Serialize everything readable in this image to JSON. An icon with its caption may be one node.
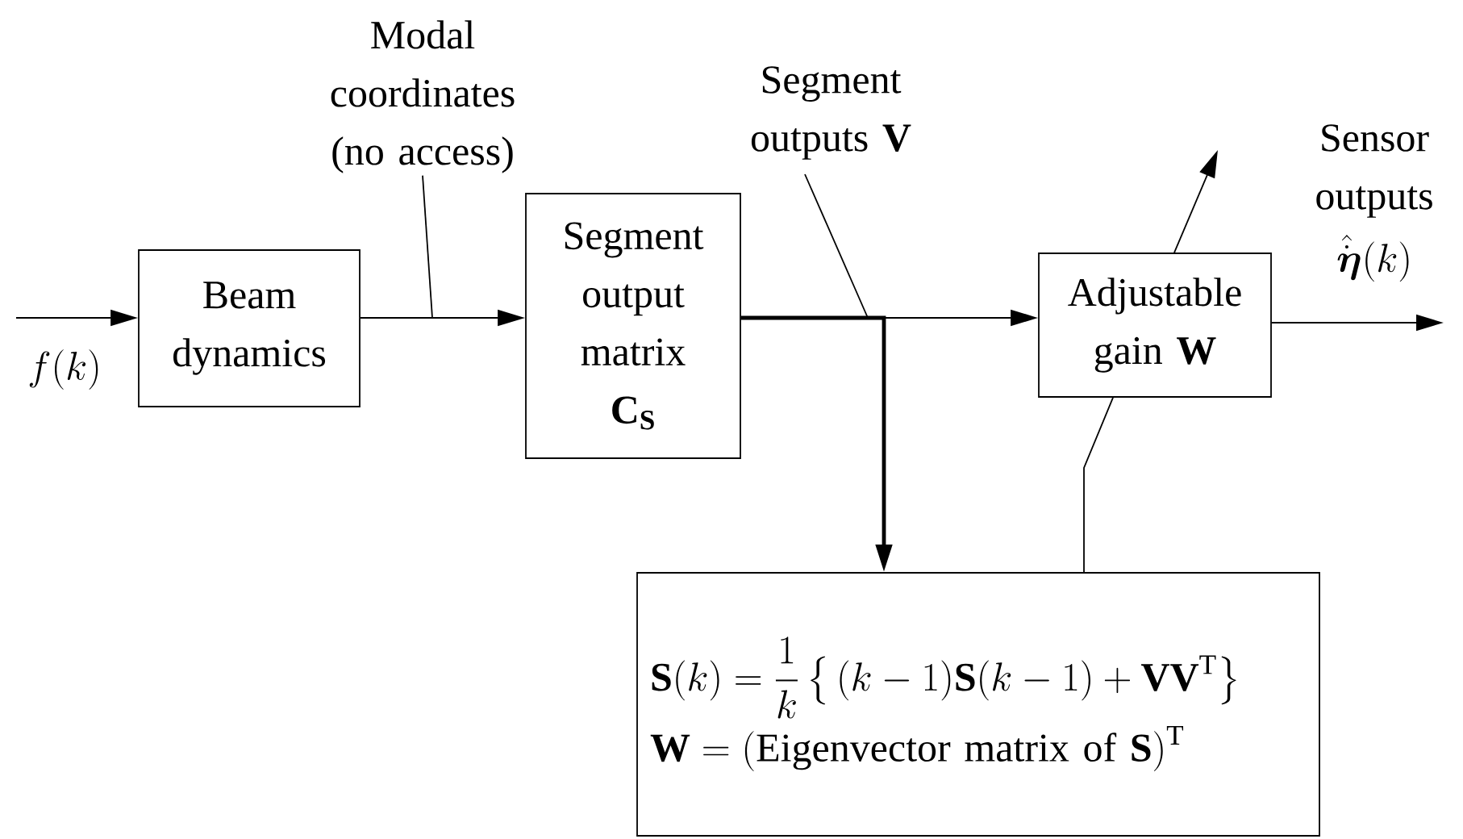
{
  "diagram": {
    "nodes": [
      {
        "text": [
          "Beam dynamics"
        ]
      },
      {
        "text": [
          "Segment output matrix",
          "\\mathbf{C}_{\\mathbf{S}}"
        ]
      },
      {
        "text": [
          "Adjustable gain  **W**"
        ]
      },
      {
        "text": [
          "\\mathbf{S}(k) = \\frac{1}{k}\\left\\{\\,(k-1)\\mathbf{S}(k-1)+\\mathbf{V}\\mathbf{V}^{\\mathrm{T}}\\right\\}",
          "\\mathbf{W} = (\\text{Eigenvector matrix of }\\mathbf{S})^{\\mathrm{T}}"
        ]
      },
      {
        "text": [
          "Modal coordinates (no access)"
        ]
      },
      {
        "text": [
          "Segment outputs **V**"
        ]
      }
    ],
    "edges": [
      {
        "from": null,
        "to": 0,
        "arrow": "to",
        "label": "f(k)"
      },
      {
        "from": 0,
        "to": 1,
        "arrow": "to"
      },
      {
        "from": 1,
        "to": 2,
        "arrow": "to"
      },
      {
        "from": 1,
        "to": 3,
        "arrow": "to",
        "style": "thick"
      },
      {
        "from": 2,
        "to": null,
        "arrow": "to",
        "label": "Sensor outputs"
      },
      {
        "from": 3,
        "to": 2,
        "arrow": "none"
      },
      {
        "from": 2,
        "to": null,
        "arrow": "to"
      },
      {
        "from": 4,
        "to": null,
        "arrow": "none"
      },
      {
        "from": 5,
        "to": null,
        "arrow": "none"
      }
    ],
    "labels": [
      "\\hat{\\dot{\\boldsymbol{\\eta}}}(k)"
    ]
  }
}
